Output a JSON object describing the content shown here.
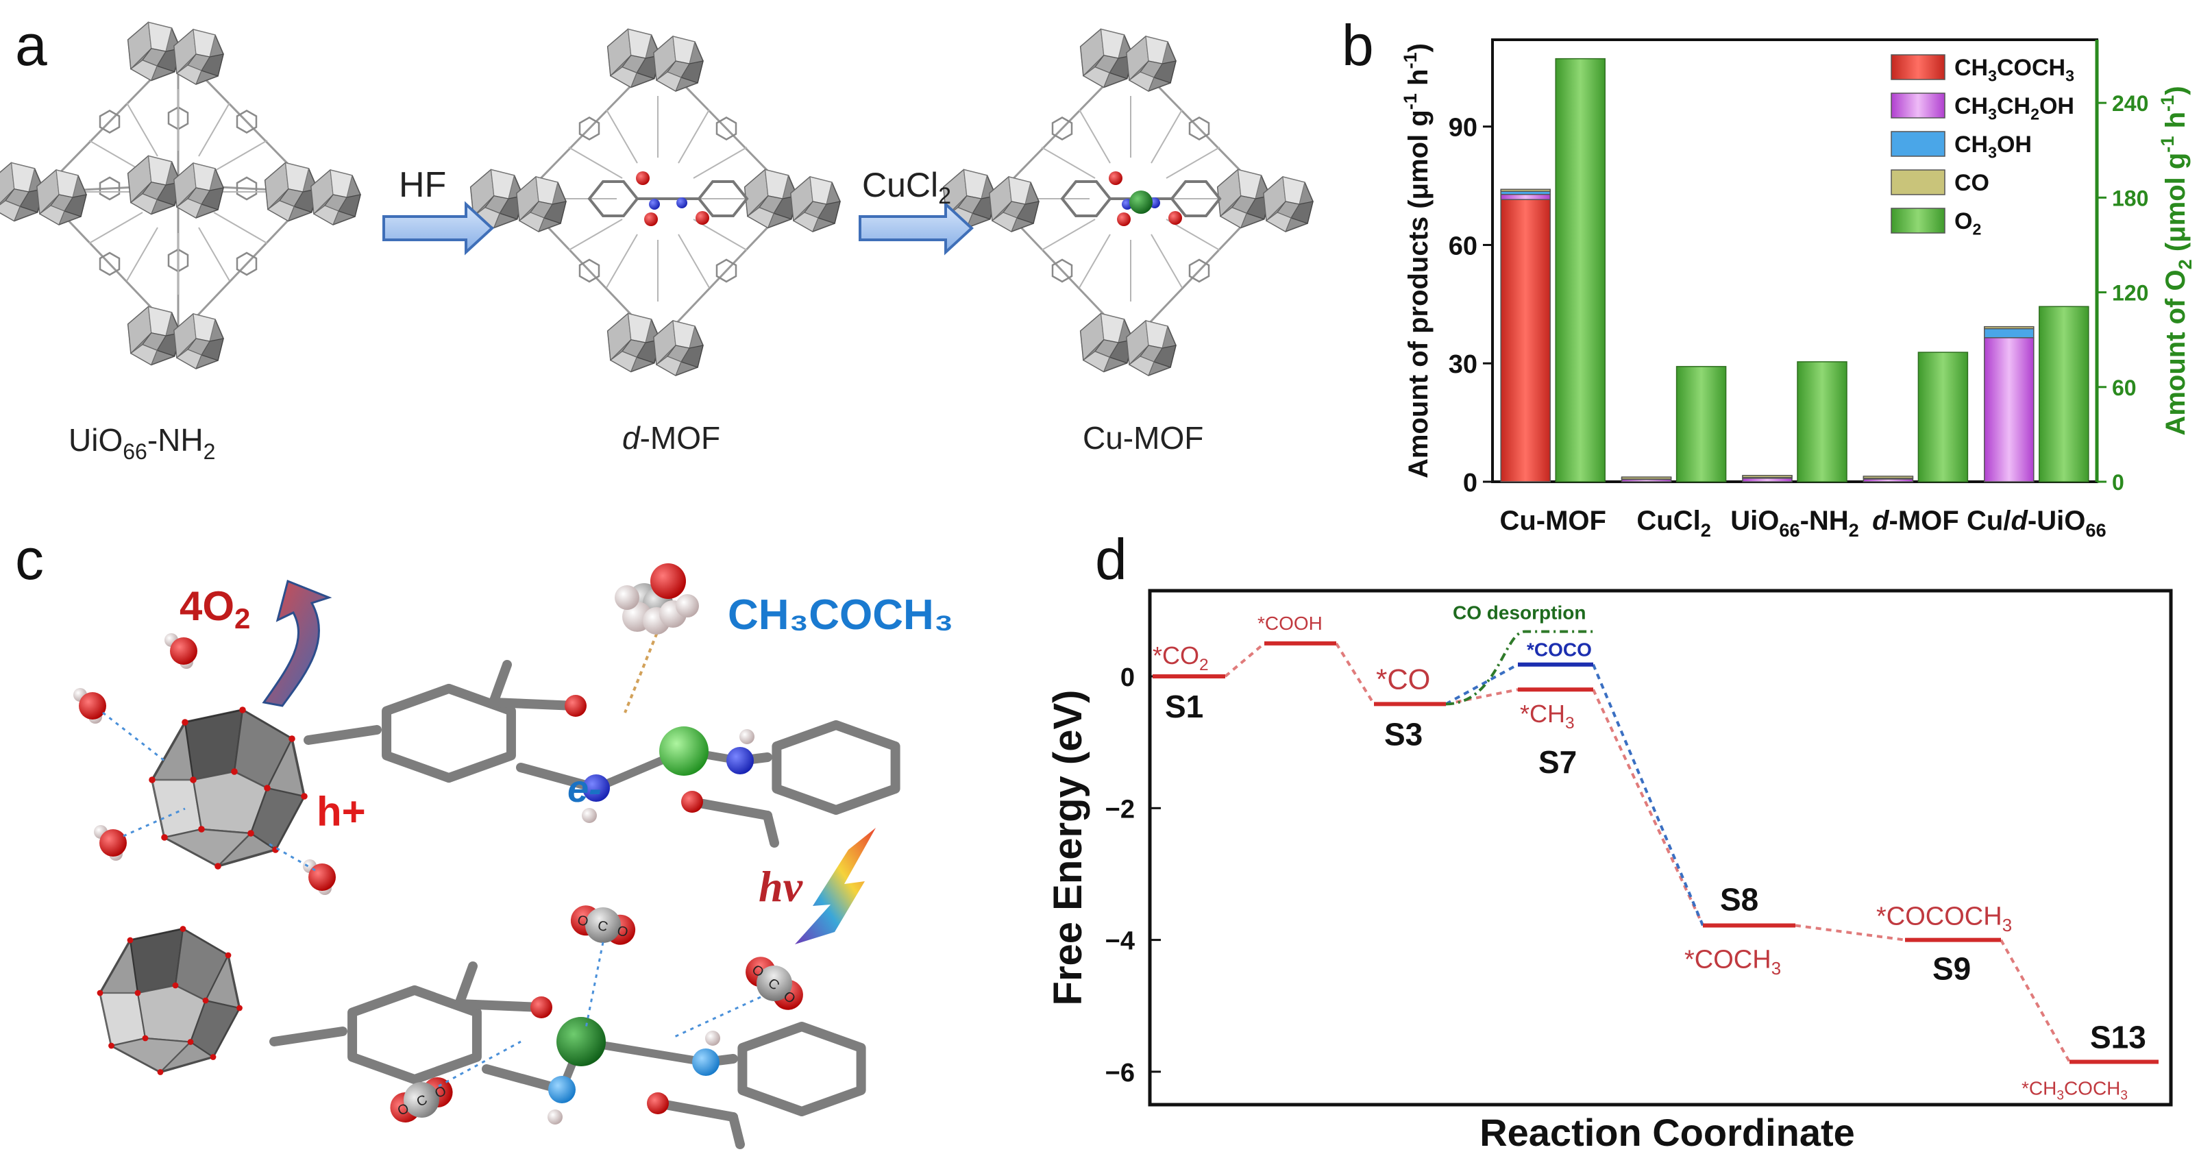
{
  "panels": {
    "a": {
      "letter": "a",
      "structures": [
        {
          "label": "UiO",
          "sub": "66",
          "rest": "-NH",
          "sub2": "2"
        },
        {
          "label_italic": "d",
          "label": "-MOF"
        },
        {
          "label": "Cu-MOF"
        }
      ],
      "arrow1_label": "HF",
      "arrow2_label": "CuCl",
      "arrow2_sub": "2"
    },
    "b": {
      "letter": "b"
    },
    "c": {
      "letter": "c",
      "o2_label": "4O",
      "o2_sub": "2",
      "product_label": "CH₃COCH₃",
      "hole_label": "h+",
      "electron_label": "e-",
      "light_label": "hv"
    },
    "d": {
      "letter": "d"
    }
  },
  "chart_data": [
    {
      "type": "bar",
      "panel": "b",
      "categories": [
        "Cu-MOF",
        "CuCl₂",
        "UiO₆₆-NH₂",
        "d-MOF",
        "Cu/d-UiO₆₆"
      ],
      "ylabel": "Amount of products (μmol g⁻¹ h⁻¹)",
      "ylabel_right": "Amount of O₂ (μmol g⁻¹ h⁻¹)",
      "ylim": [
        0,
        112
      ],
      "ylim_right": [
        0,
        280
      ],
      "yticks": [
        0,
        30,
        60,
        90
      ],
      "yticks_right": [
        0,
        60,
        120,
        180,
        240
      ],
      "stack_series": [
        {
          "name": "CH₃COCH₃",
          "color": "#e8413c",
          "values": [
            71.5,
            0,
            0,
            0,
            0
          ]
        },
        {
          "name": "CH₃CH₂OH",
          "color": "#c95ee0",
          "values": [
            1.3,
            0.8,
            0.9,
            0.7,
            36.5
          ]
        },
        {
          "name": "CH₃OH",
          "color": "#4aa6e8",
          "values": [
            1.0,
            0.3,
            0.6,
            0.6,
            2.5
          ]
        },
        {
          "name": "CO",
          "color": "#c9c47a",
          "values": [
            0.3,
            0.1,
            0.1,
            0.1,
            0.3
          ]
        }
      ],
      "o2_series": {
        "name": "O₂",
        "color": "#4fae3a",
        "values": [
          268,
          73,
          76,
          82,
          111
        ]
      },
      "legend": "top-right"
    },
    {
      "type": "line",
      "panel": "d",
      "xlabel": "Reaction Coordinate",
      "ylabel": "Free Energy (eV)",
      "ylim": [
        -6.5,
        1.3
      ],
      "yticks": [
        0,
        -2,
        -4,
        -6
      ],
      "levels": [
        {
          "state": "S1",
          "species": "*CO₂",
          "energy": 0.0
        },
        {
          "state": "",
          "species": "*COOH",
          "energy": 0.5
        },
        {
          "state": "S3",
          "species": "*CO",
          "energy": -0.42
        },
        {
          "state": "",
          "species": "*COCO",
          "energy": 0.18
        },
        {
          "state": "S7",
          "species": "*CH₃",
          "energy": -0.2
        },
        {
          "state": "S8",
          "species": "*COCH₃",
          "energy": -3.78
        },
        {
          "state": "S9",
          "species": "*COCOCH₃",
          "energy": -4.0
        },
        {
          "state": "S13",
          "species": "*CH₃COCH₃",
          "energy": -5.85
        }
      ],
      "annotations": [
        "CO desorption"
      ],
      "desorption_energy": 0.68
    }
  ]
}
